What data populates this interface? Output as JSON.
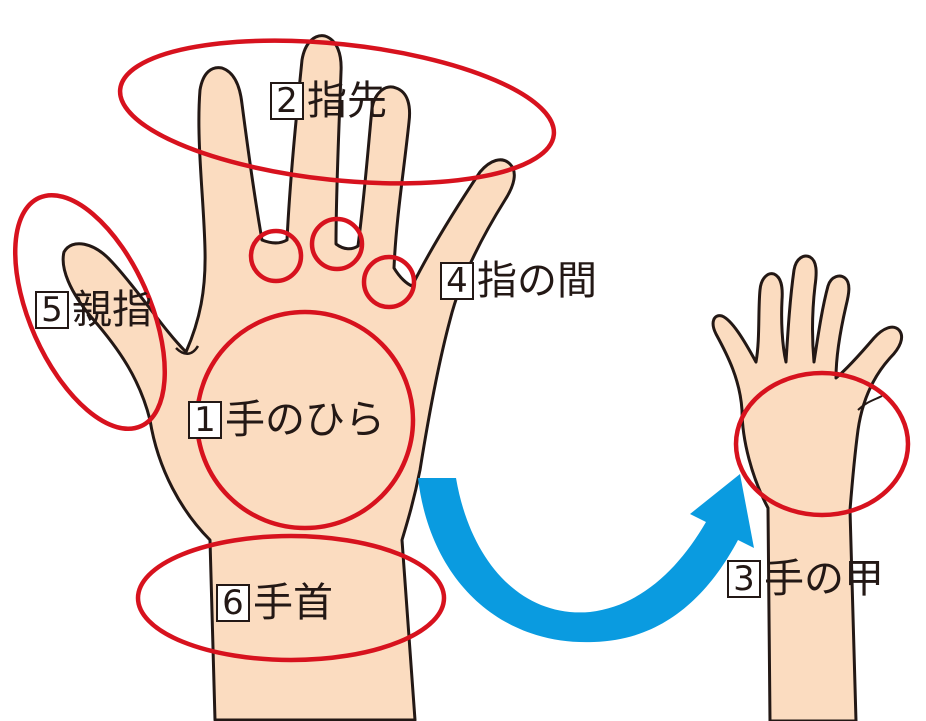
{
  "colors": {
    "skin": "#FBDCC0",
    "outline": "#231815",
    "highlight_ring": "#D7121E",
    "arrow": "#0A9BE0",
    "background": "#FFFFFF"
  },
  "labels": {
    "palm": {
      "num": "1",
      "text": "手のひら"
    },
    "fingertips": {
      "num": "2",
      "text": "指先"
    },
    "back_of_hand": {
      "num": "3",
      "text": "手の甲"
    },
    "between": {
      "num": "4",
      "text": "指の間"
    },
    "thumb": {
      "num": "5",
      "text": "親指"
    },
    "wrist": {
      "num": "6",
      "text": "手首"
    }
  }
}
